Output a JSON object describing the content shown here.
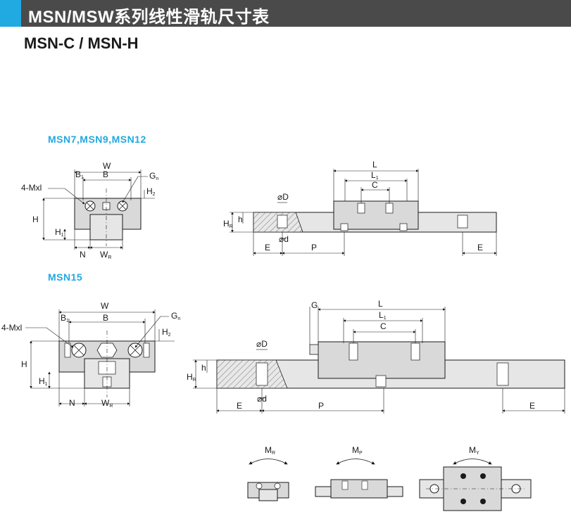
{
  "header": {
    "title": "MSN/MSW系列线性滑轨尺寸表",
    "accent_color": "#21a9e1",
    "bar_color": "#4a4a4a"
  },
  "subtitle": "MSN-C / MSN-H",
  "sections": [
    {
      "label": "MSN7,MSN9,MSN12"
    },
    {
      "label": "MSN15"
    }
  ],
  "dims": {
    "W": "W",
    "B": "B",
    "B1": "B",
    "B1_sub": "1",
    "Gn": "G",
    "Gn_sub": "n",
    "Mxl": "4-Mxl",
    "H": "H",
    "H1": "H",
    "H1_sub": "1",
    "H2": "H",
    "H2_sub": "2",
    "N": "N",
    "WR": "W",
    "WR_sub": "R",
    "L": "L",
    "L1": "L",
    "L1_sub": "1",
    "C": "C",
    "D": "⌀D",
    "d": "⌀d",
    "h": "h",
    "HR": "H",
    "HR_sub": "R",
    "E": "E",
    "P": "P",
    "G": "G"
  },
  "moments": {
    "MR": "M",
    "MR_sub": "R",
    "MP": "M",
    "MP_sub": "P",
    "MY": "M",
    "MY_sub": "Y"
  }
}
